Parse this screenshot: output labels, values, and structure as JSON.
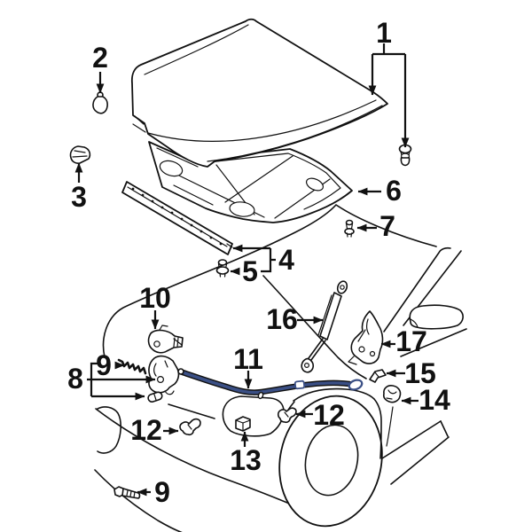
{
  "diagram": {
    "subject": "hood-and-components-exploded-parts-diagram",
    "background_color": "#ffffff",
    "line_color": "#111111",
    "cable_color": "#3a4f85",
    "callouts": [
      {
        "label": "1"
      },
      {
        "label": "2"
      },
      {
        "label": "3"
      },
      {
        "label": "4"
      },
      {
        "label": "5"
      },
      {
        "label": "6"
      },
      {
        "label": "7"
      },
      {
        "label": "8"
      },
      {
        "label": "9"
      },
      {
        "label": "10"
      },
      {
        "label": "11"
      },
      {
        "label": "12"
      },
      {
        "label": "13"
      },
      {
        "label": "9"
      },
      {
        "label": "12"
      },
      {
        "label": "14"
      },
      {
        "label": "15"
      },
      {
        "label": "16"
      },
      {
        "label": "17"
      }
    ]
  }
}
